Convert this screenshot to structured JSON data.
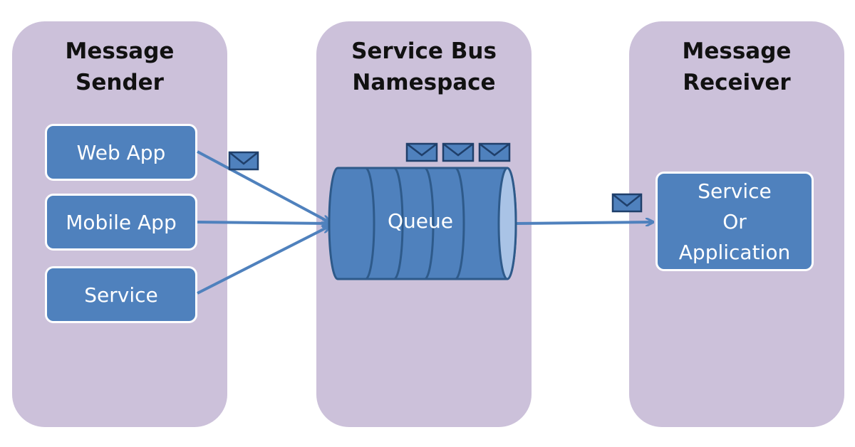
{
  "colors": {
    "panel": "#ccc1da",
    "box": "#4f81bd",
    "arrow": "#4f81bd",
    "queue_fill": "#4f81bd",
    "queue_stroke": "#2e5a8a",
    "queue_end": "#a9c3e6"
  },
  "panels": {
    "sender": {
      "title_line1": "Message",
      "title_line2": "Sender"
    },
    "bus": {
      "title_line1": "Service Bus",
      "title_line2": "Namespace"
    },
    "receiver": {
      "title_line1": "Message",
      "title_line2": "Receiver"
    }
  },
  "senders": {
    "web_app": "Web App",
    "mobile_app": "Mobile App",
    "service": "Service"
  },
  "queue": {
    "label": "Queue"
  },
  "receiver_box": {
    "line1": "Service",
    "line2": "Or",
    "line3": "Application"
  },
  "icons": {
    "message": "envelope-icon"
  }
}
